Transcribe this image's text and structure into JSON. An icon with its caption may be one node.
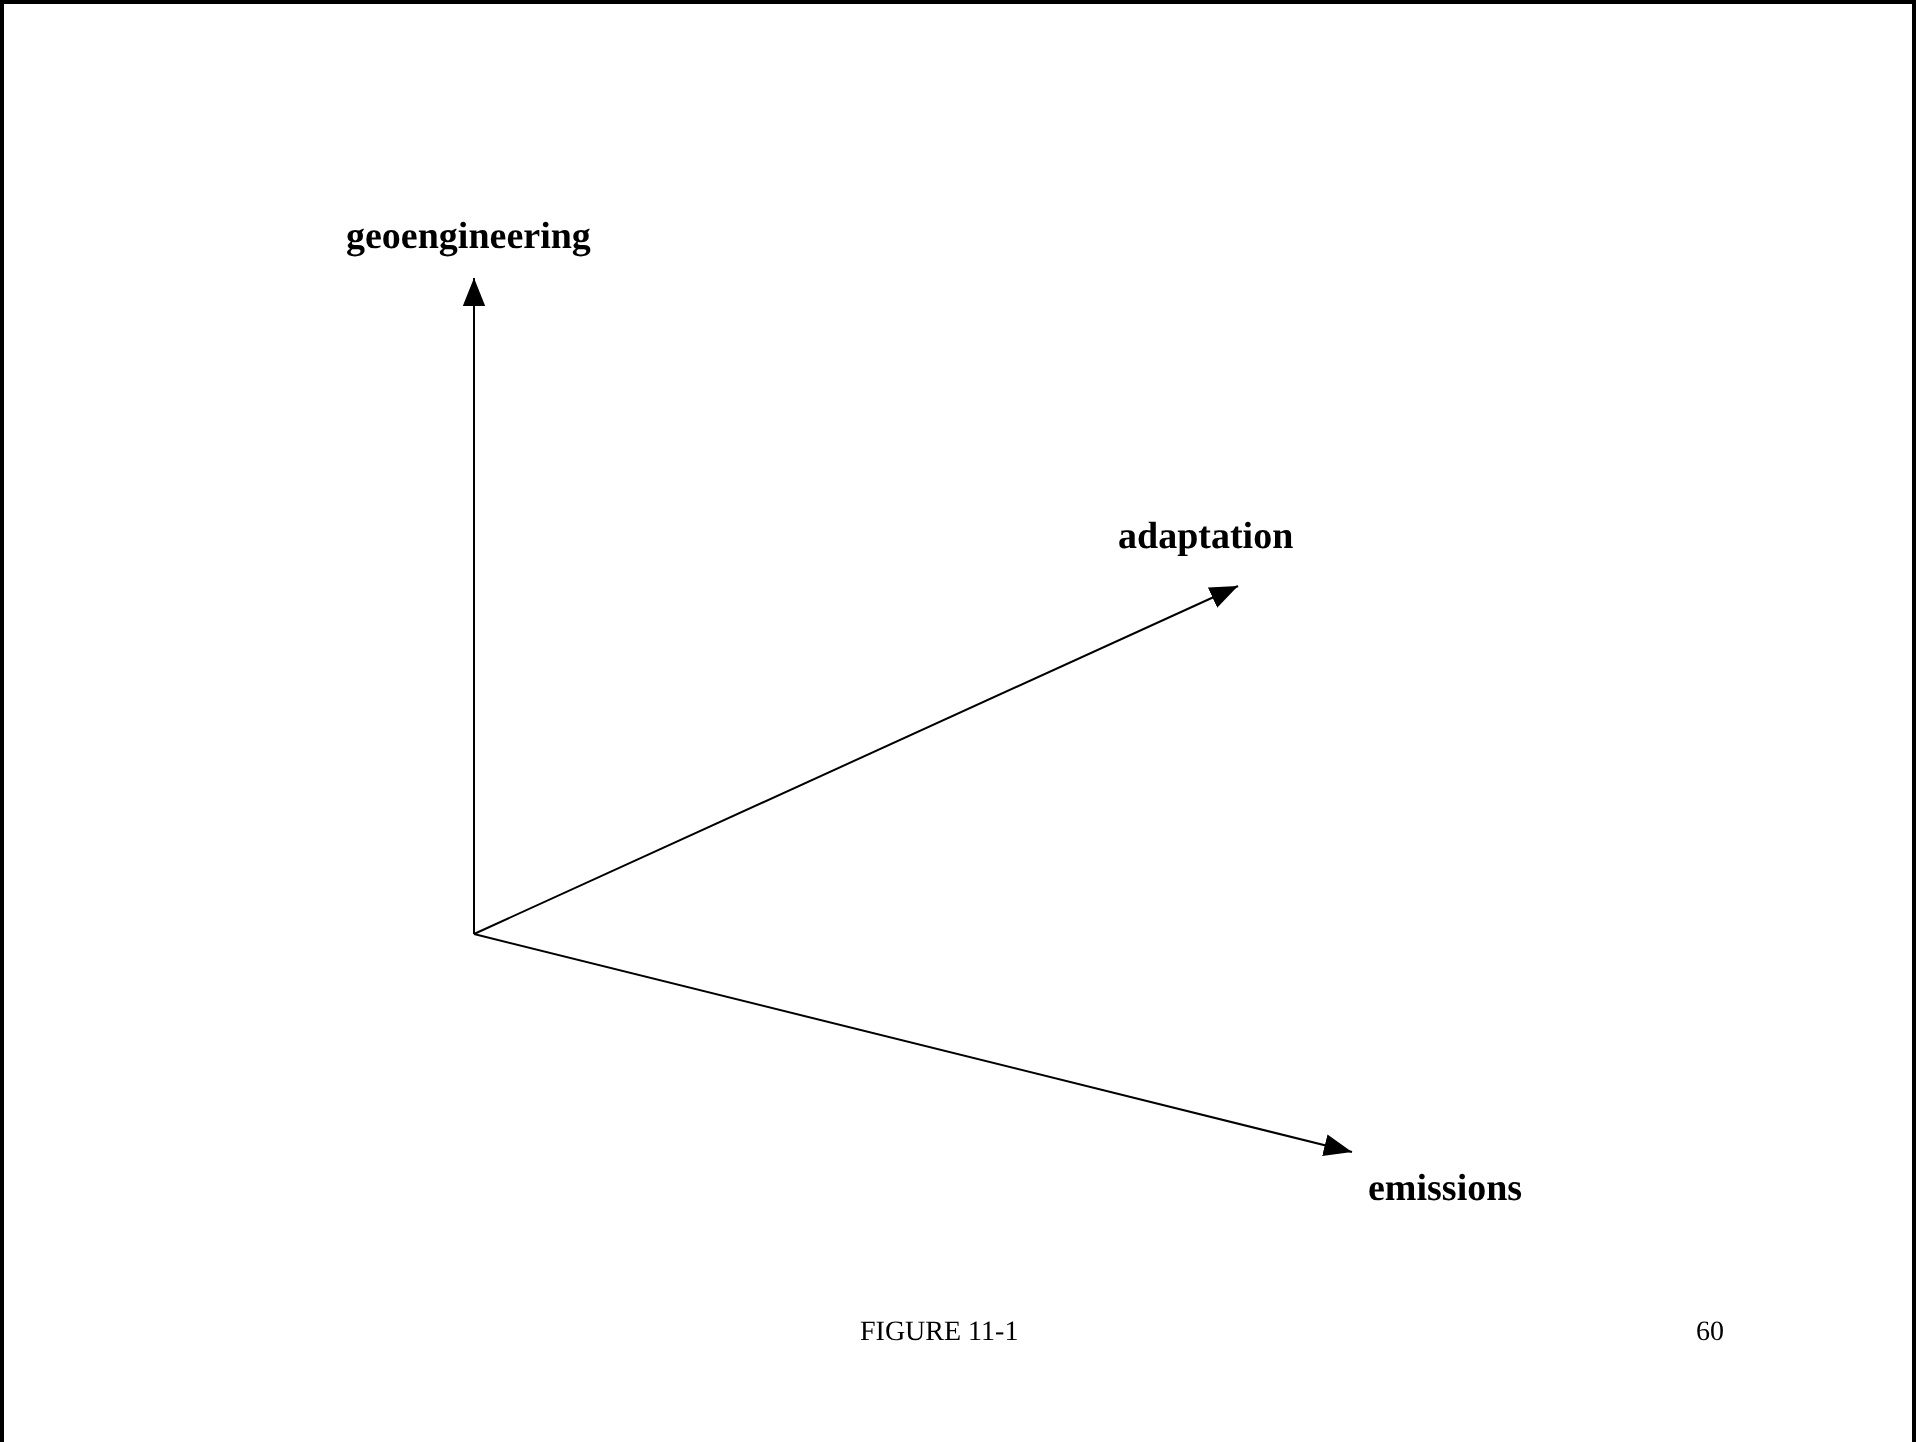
{
  "diagram": {
    "caption": "FIGURE 11-1",
    "nodes": [
      {
        "text": [
          "geoengineering"
        ]
      },
      {
        "text": [
          "adaptation"
        ]
      },
      {
        "text": [
          "emissions"
        ]
      }
    ],
    "edges": [
      {
        "from": null,
        "to": 0,
        "arrow": "to"
      },
      {
        "from": null,
        "to": 1,
        "arrow": "to"
      },
      {
        "from": null,
        "to": 2,
        "arrow": "to"
      }
    ],
    "labels": [
      "60"
    ]
  }
}
